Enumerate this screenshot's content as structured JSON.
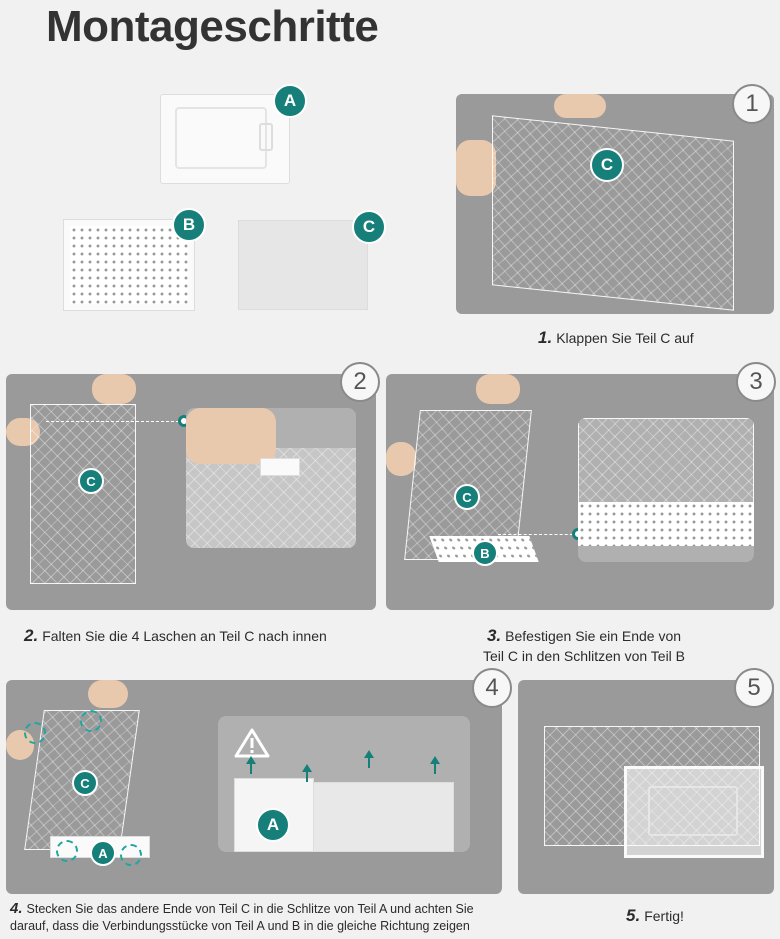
{
  "title": "Montageschritte",
  "parts": {
    "a": "A",
    "b": "B",
    "c": "C"
  },
  "steps": {
    "s1": {
      "number": "1",
      "caption_num": "1.",
      "caption": "Klappen Sie Teil C auf"
    },
    "s2": {
      "number": "2",
      "caption_num": "2.",
      "caption": "Falten Sie die 4 Laschen an Teil C nach innen"
    },
    "s3": {
      "number": "3",
      "caption_num": "3.",
      "caption_line1": "Befestigen Sie ein Ende von",
      "caption_line2": "Teil C in den Schlitzen von Teil B"
    },
    "s4": {
      "number": "4",
      "caption_num": "4.",
      "caption_line1": "Stecken Sie das andere Ende von Teil C in die Schlitze von Teil A und achten Sie",
      "caption_line2": "darauf, dass die Verbindungsstücke von Teil A und B in die gleiche Richtung zeigen"
    },
    "s5": {
      "number": "5",
      "caption_num": "5.",
      "caption": "Fertig!"
    }
  },
  "icons": {
    "warning": "warning-triangle-icon"
  },
  "colors": {
    "accent": "#167f7a",
    "panel": "#9a9a9a",
    "background": "#f1f1f1"
  }
}
